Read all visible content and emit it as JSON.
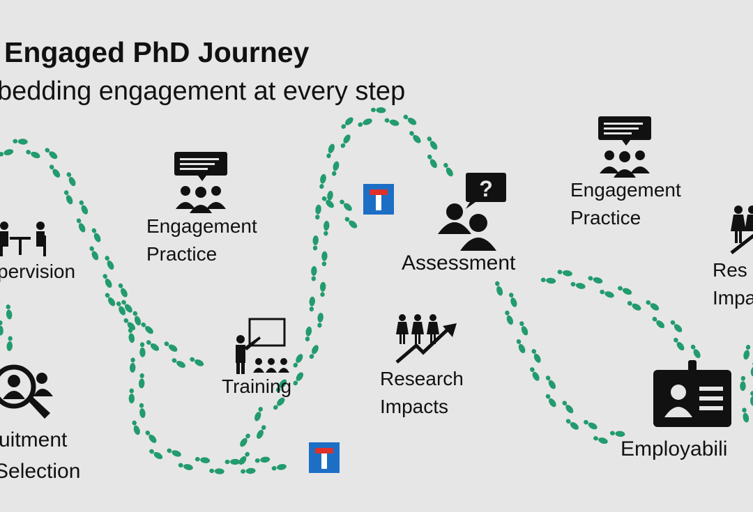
{
  "header": {
    "title": "Engaged PhD Journey",
    "subtitle": "bedding engagement at every step"
  },
  "labels": {
    "supervision": "pervision",
    "recruitment_line1": "uitment",
    "recruitment_line2": "Selection",
    "engagement_left_line1": "Engagement",
    "engagement_left_line2": "Practice",
    "training": "Training",
    "assessment": "Assessment",
    "research_impacts_line1": "Research",
    "research_impacts_line2": "Impacts",
    "engagement_right_line1": "Engagement",
    "engagement_right_line2": "Practice",
    "employability": "Employabili",
    "research_right_line1": "Res",
    "research_right_line2": "Impa"
  },
  "colors": {
    "background": "#e7e6e6",
    "footprint": "#229b6e",
    "sign_blue": "#1c6fc4",
    "sign_red": "#e0302a",
    "icon": "#111111"
  },
  "icons": [
    "footprints-path",
    "dead-end-sign",
    "chat-group-icon",
    "meeting-icon",
    "magnifier-person-icon",
    "training-icon",
    "assessment-question-icon",
    "research-impact-icon",
    "id-badge-icon",
    "people-growth-icon"
  ]
}
